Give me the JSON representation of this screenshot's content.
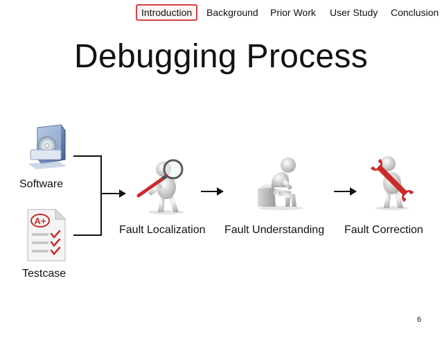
{
  "nav": {
    "tabs": [
      {
        "label": "Introduction",
        "active": true
      },
      {
        "label": "Background",
        "active": false
      },
      {
        "label": "Prior Work",
        "active": false
      },
      {
        "label": "User Study",
        "active": false
      },
      {
        "label": "Conclusion",
        "active": false
      }
    ]
  },
  "slide": {
    "title": "Debugging Process",
    "inputs": {
      "software_label": "Software",
      "testcase_label": "Testcase",
      "software_icon": "software-box-icon",
      "testcase_icon": "graded-test-sheet-icon",
      "testcase_grade": "A+"
    },
    "steps": [
      {
        "label": "Fault Localization",
        "icon": "magnifying-glass-figure-icon"
      },
      {
        "label": "Fault Understanding",
        "icon": "thinking-figure-icon"
      },
      {
        "label": "Fault Correction",
        "icon": "wrench-figure-icon"
      }
    ],
    "page_number": "6"
  },
  "colors": {
    "active_tab_border": "#d64242",
    "accent_red": "#cc2a2a",
    "figure_gray": "#cfcfcf",
    "text": "#111111"
  }
}
